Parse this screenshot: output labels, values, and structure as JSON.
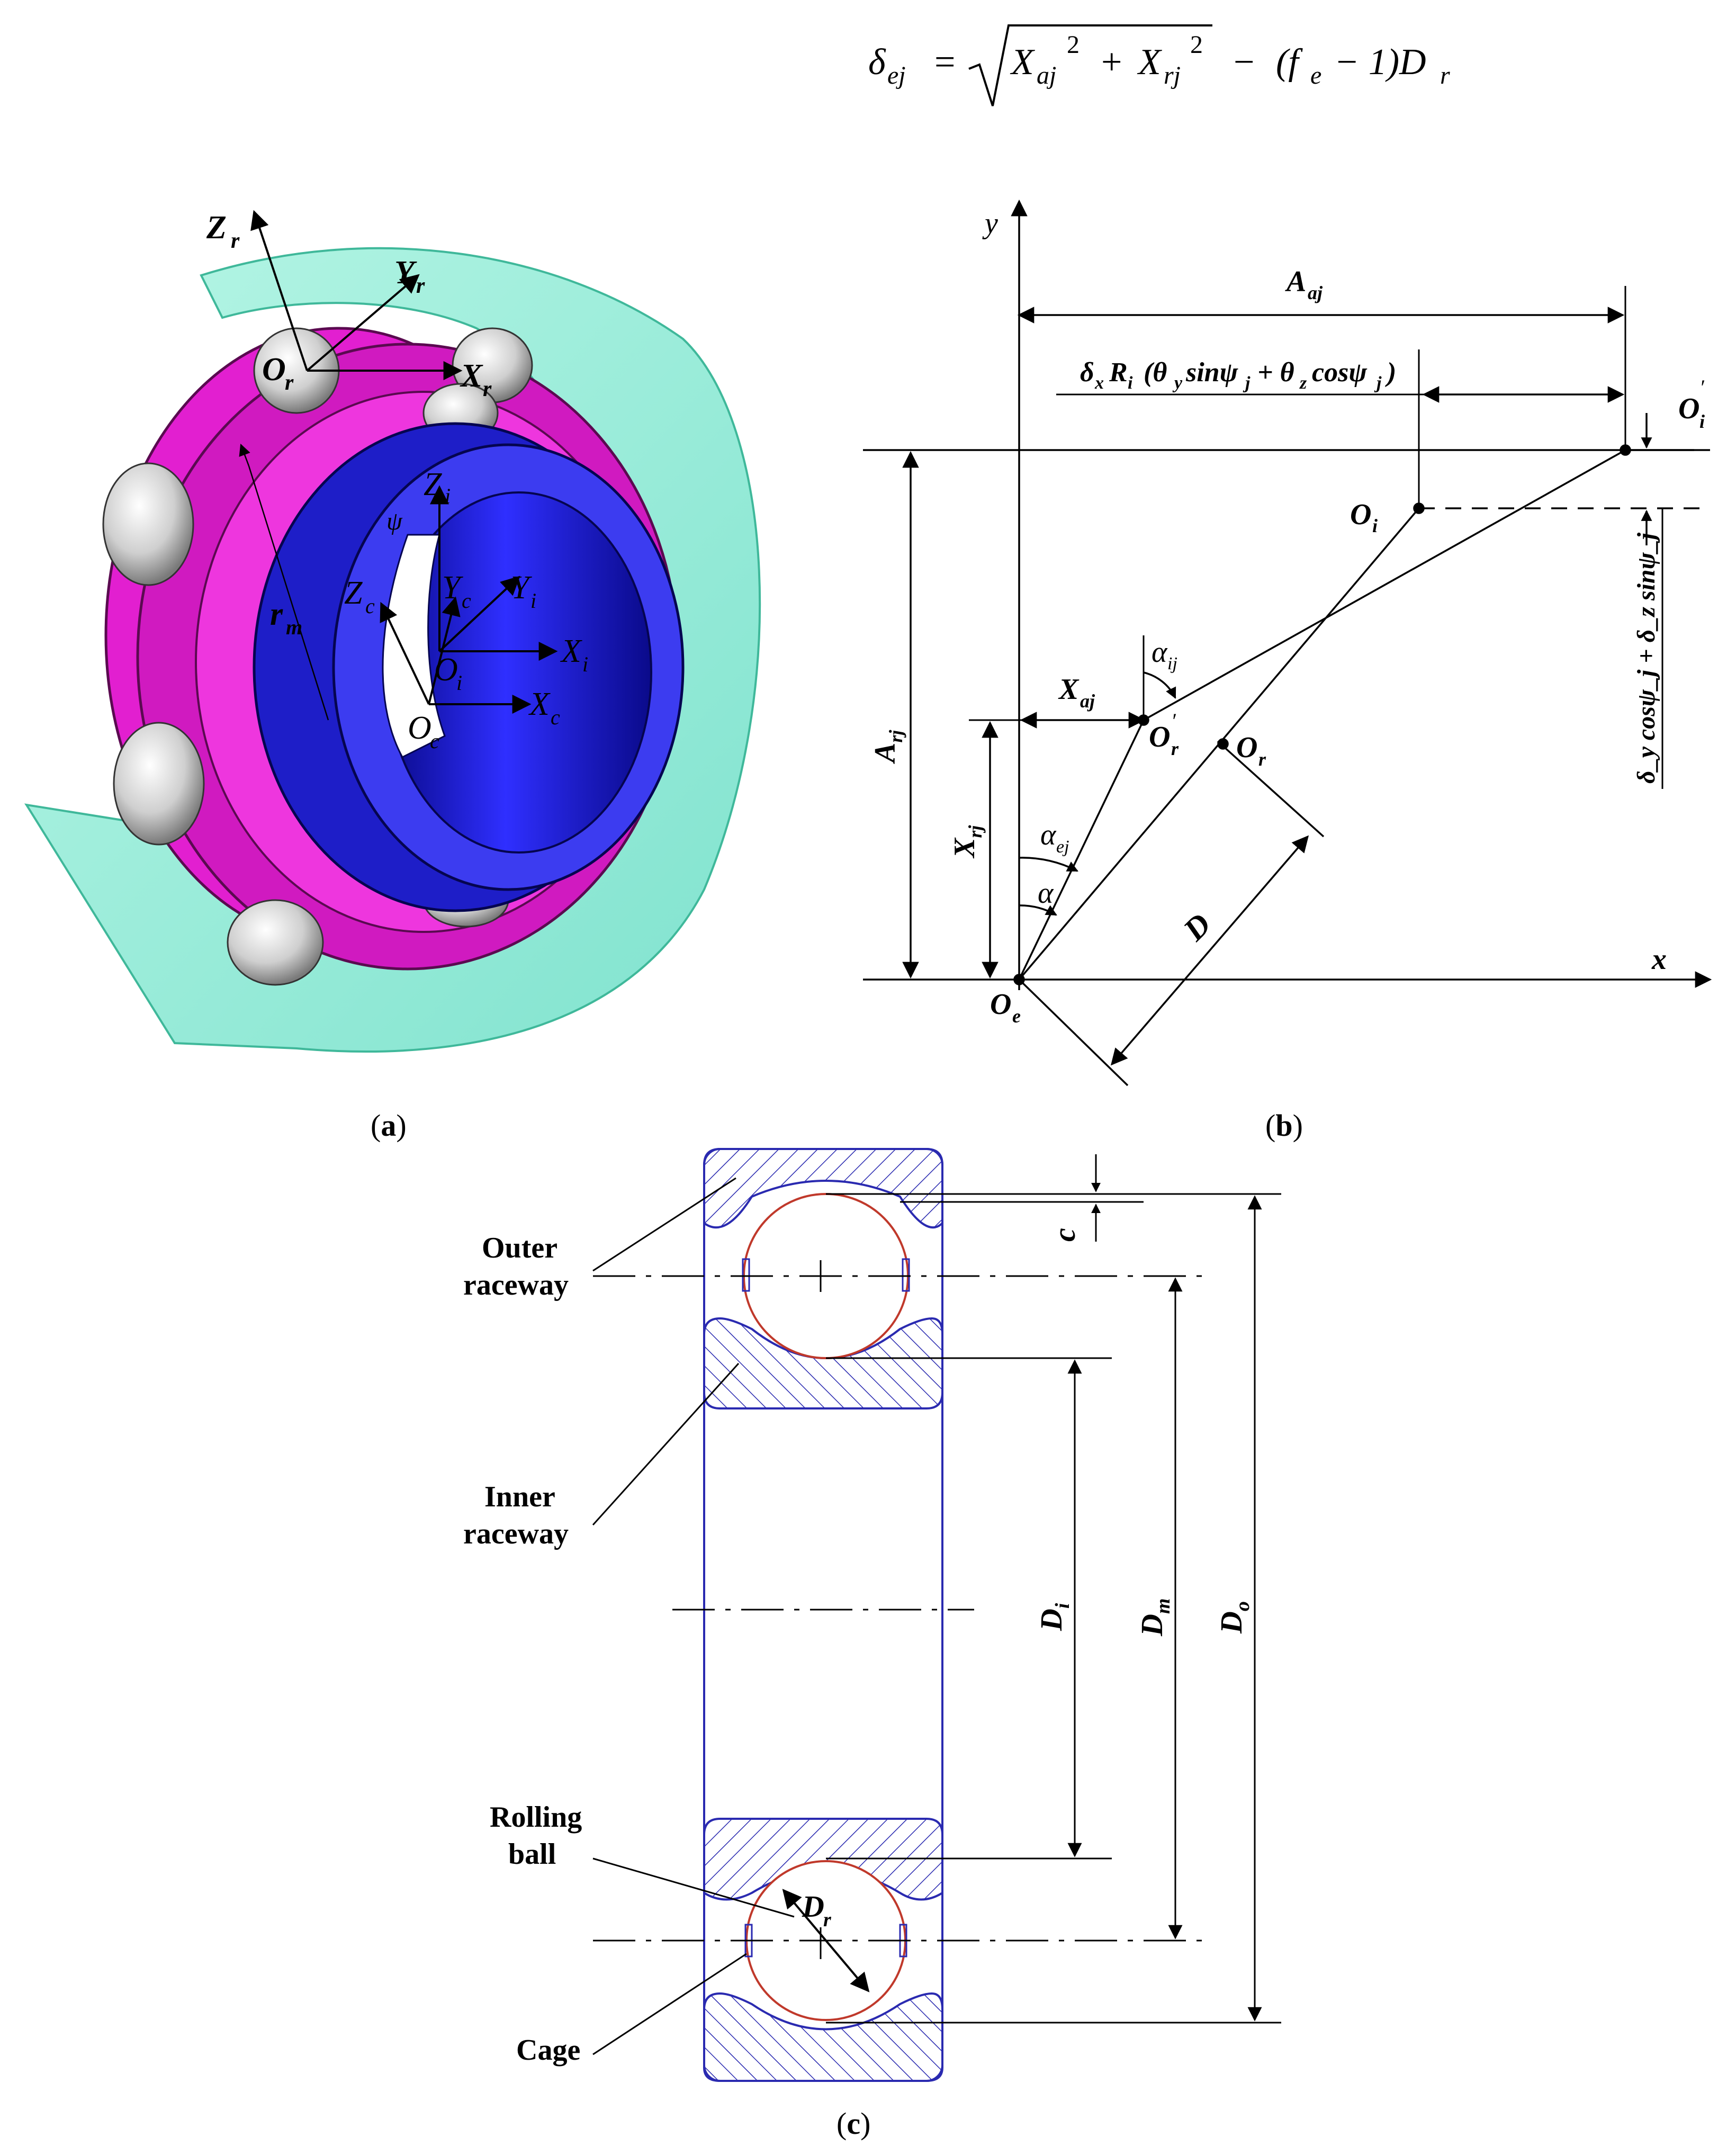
{
  "formula": {
    "lhs": "δ",
    "lhs_sub": "ej",
    "equals": "=",
    "x1": "X",
    "x1_sub": "aj",
    "sup1": "2",
    "plus": "+",
    "x2": "X",
    "x2_sub": "rj",
    "sup2": "2",
    "minus": "−",
    "tail": "(f",
    "tail_sub": "e",
    "tail2": "− 1)D",
    "tail2_sub": "r"
  },
  "panel_a": {
    "caption_open": "(",
    "caption_letter": "a",
    "caption_close": ")",
    "axes": {
      "Zr": "Z",
      "Zr_sub": "r",
      "Yr": "Y",
      "Yr_sub": "r",
      "Xr": "X",
      "Xr_sub": "r",
      "Or": "O",
      "Or_sub": "r",
      "Zi": "Z",
      "Zi_sub": "i",
      "psi": "ψ",
      "Zc": "Z",
      "Zc_sub": "c",
      "Yc": "Y",
      "Yc_sub": "c",
      "Yi": "Y",
      "Yi_sub": "i",
      "Xi": "X",
      "Xi_sub": "i",
      "Oi": "O",
      "Oi_sub": "i",
      "Oc": "O",
      "Oc_sub": "c",
      "Xc": "X",
      "Xc_sub": "c",
      "rm": "r",
      "rm_sub": "m"
    },
    "colors": {
      "cage": "#e21fd0",
      "inner_ring": "#2424e0",
      "housing": "#7fe8cf",
      "ball": "#d6d6d6"
    }
  },
  "panel_b": {
    "caption_open": "(",
    "caption_letter": "b",
    "caption_close": ")",
    "labels": {
      "y": "y",
      "x": "x",
      "Aaj": "A",
      "Aaj_sub": "aj",
      "delta_expr": "δ",
      "delta_sub": "x",
      "delta_R": "R",
      "delta_R_sub": "i",
      "delta_rest1": "(θ",
      "delta_rest1_sub": "y",
      "delta_rest2": "sinψ",
      "delta_rest2_sub": "j",
      "delta_rest3": "+ θ",
      "delta_rest3_sub": "z",
      "delta_rest4": "cosψ",
      "delta_rest4_sub": "j",
      "delta_rest5": ")",
      "Oi_prime": "O",
      "Oi_prime_sub": "i",
      "prime": "′",
      "Oi": "O",
      "Oi_sub": "i",
      "vertical_expr": "δ_y cosψ_j + δ_z sinψ_j",
      "Arj": "A",
      "Arj_sub": "rj",
      "Xaj": "X",
      "Xaj_sub": "aj",
      "alpha_ij": "α",
      "alpha_ij_sub": "ij",
      "Or_prime": "O",
      "Or_prime_sub": "r",
      "Or": "O",
      "Or_sub": "r",
      "Xrj": "X",
      "Xrj_sub": "rj",
      "alpha_ej": "α",
      "alpha_ej_sub": "ej",
      "alpha": "α",
      "D": "D",
      "Oe": "O",
      "Oe_sub": "e"
    }
  },
  "panel_c": {
    "caption_open": "(",
    "caption_letter": "c",
    "caption_close": ")",
    "labels": {
      "outer_1": "Outer",
      "outer_2": "raceway",
      "inner_1": "Inner",
      "inner_2": "raceway",
      "rolling_1": "Rolling",
      "rolling_2": "ball",
      "cage": "Cage",
      "c": "c",
      "Di": "D",
      "Di_sub": "i",
      "Dm": "D",
      "Dm_sub": "m",
      "Do": "D",
      "Do_sub": "o",
      "Dr": "D",
      "Dr_sub": "r"
    },
    "colors": {
      "outline": "#2a2ab0",
      "ball": "#c0392b"
    }
  }
}
